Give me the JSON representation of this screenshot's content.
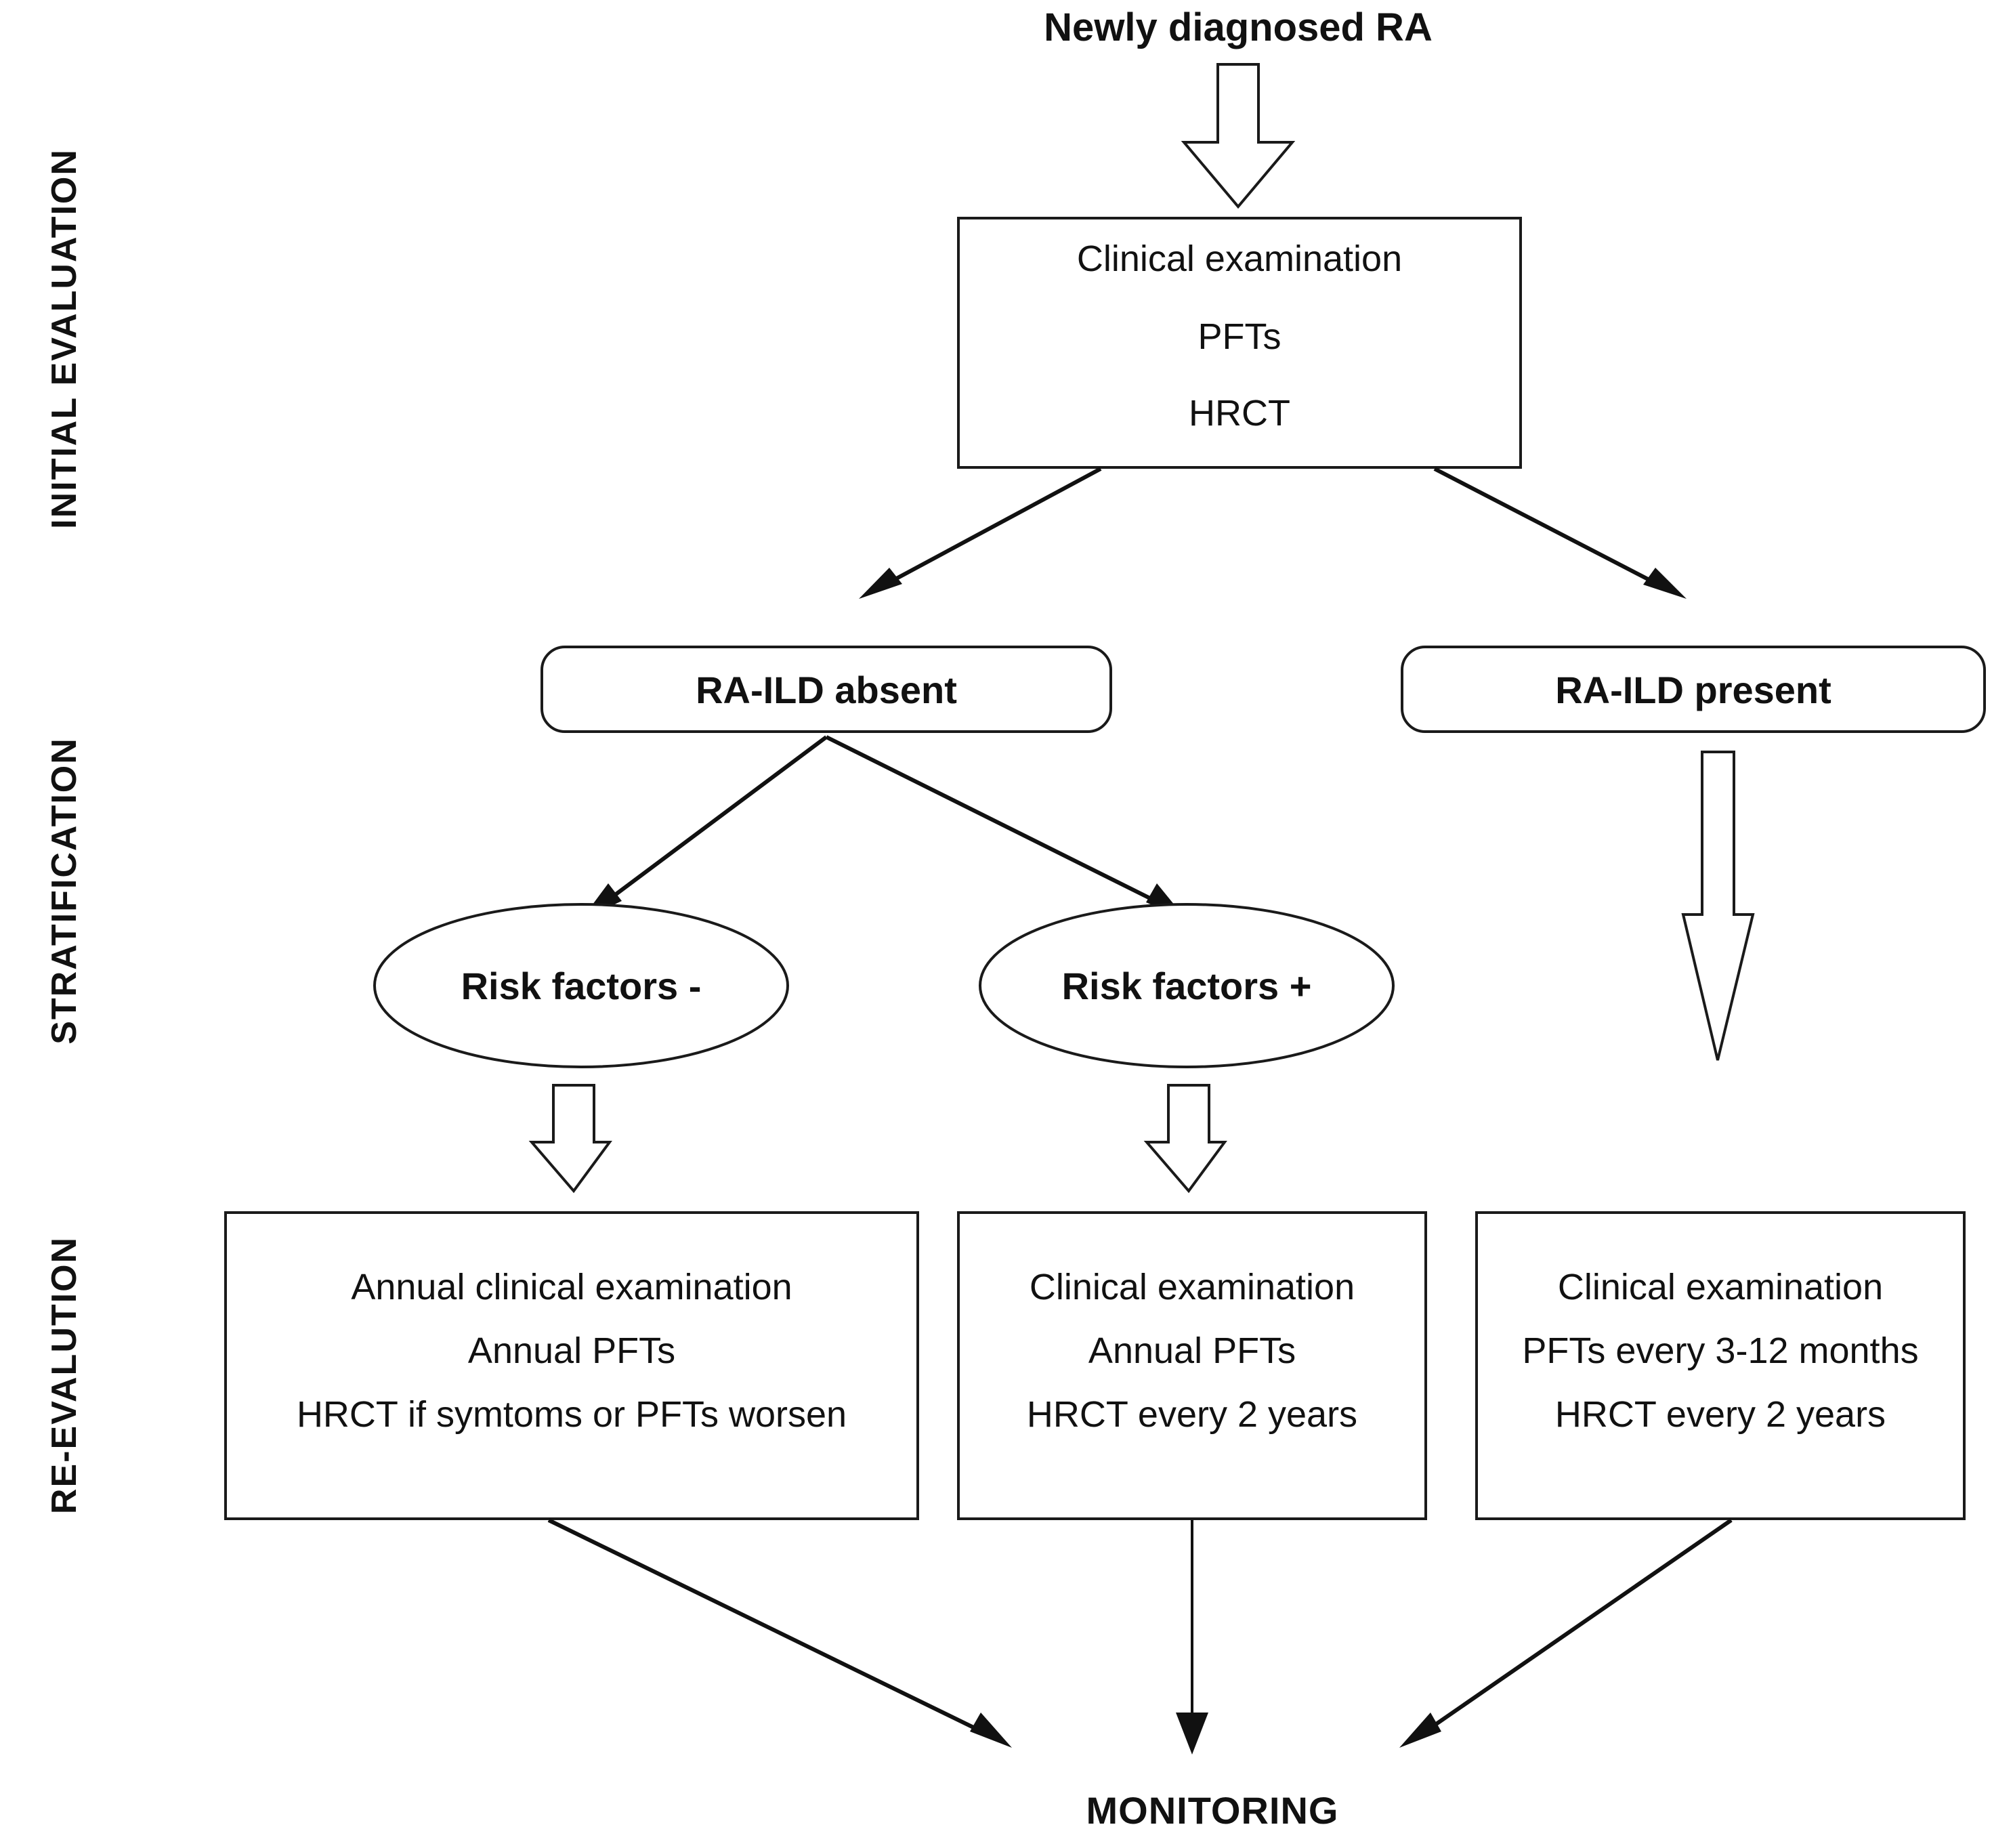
{
  "diagram": {
    "title": "Newly diagnosed RA",
    "stage_labels": [
      {
        "id": "initial-evaluation",
        "text": "INITIAL EVALUATION"
      },
      {
        "id": "stratification",
        "text": "STRATIFICATION"
      },
      {
        "id": "re-evaluation",
        "text": "RE-EVALUTION"
      }
    ],
    "initial_box": {
      "lines": [
        "Clinical examination",
        "PFTs",
        "HRCT"
      ]
    },
    "stratification_nodes": [
      {
        "id": "ra-ild-absent",
        "text": "RA-ILD absent"
      },
      {
        "id": "ra-ild-present",
        "text": "RA-ILD present"
      }
    ],
    "risk_nodes": [
      {
        "id": "risk-factors-negative",
        "text": "Risk factors -"
      },
      {
        "id": "risk-factors-positive",
        "text": "Risk factors +"
      }
    ],
    "outcome_boxes": [
      {
        "id": "outcome-risk-negative",
        "lines": [
          "Annual clinical examination",
          "Annual PFTs",
          "HRCT if symtoms or PFTs worsen"
        ]
      },
      {
        "id": "outcome-risk-positive",
        "lines": [
          "Clinical examination",
          "Annual PFTs",
          "HRCT every 2 years"
        ]
      },
      {
        "id": "outcome-ra-ild-present",
        "lines": [
          "Clinical examination",
          "PFTs every 3-12 months",
          "HRCT every 2 years"
        ]
      }
    ],
    "endpoint": {
      "id": "monitoring",
      "text": "MONITORING"
    },
    "colors": {
      "stroke": "#1a1a1a",
      "text": "#111111",
      "background": "#ffffff"
    }
  }
}
